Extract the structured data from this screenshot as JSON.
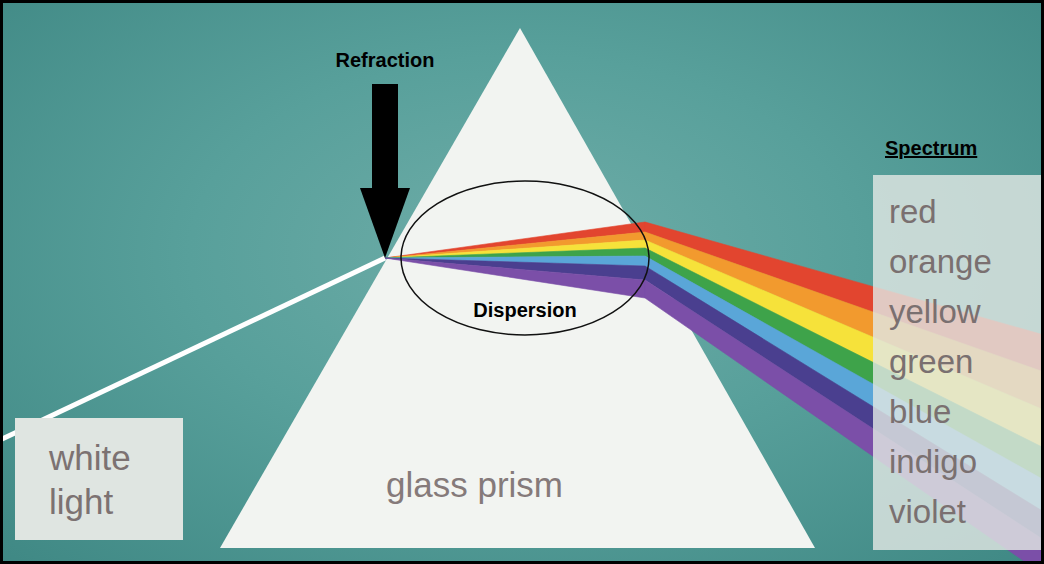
{
  "diagram": {
    "nodes": [
      {
        "text": [
          "white light"
        ]
      },
      {
        "text": [
          "glass prism"
        ]
      },
      {
        "text": [
          "Dispersion"
        ],
        "in": 1
      },
      {
        "text": [
          "Spectrum",
          "red",
          "orange",
          "yellow",
          "green",
          "blue",
          "indigo",
          "violet"
        ]
      }
    ],
    "labels": [
      "Refraction"
    ]
  }
}
